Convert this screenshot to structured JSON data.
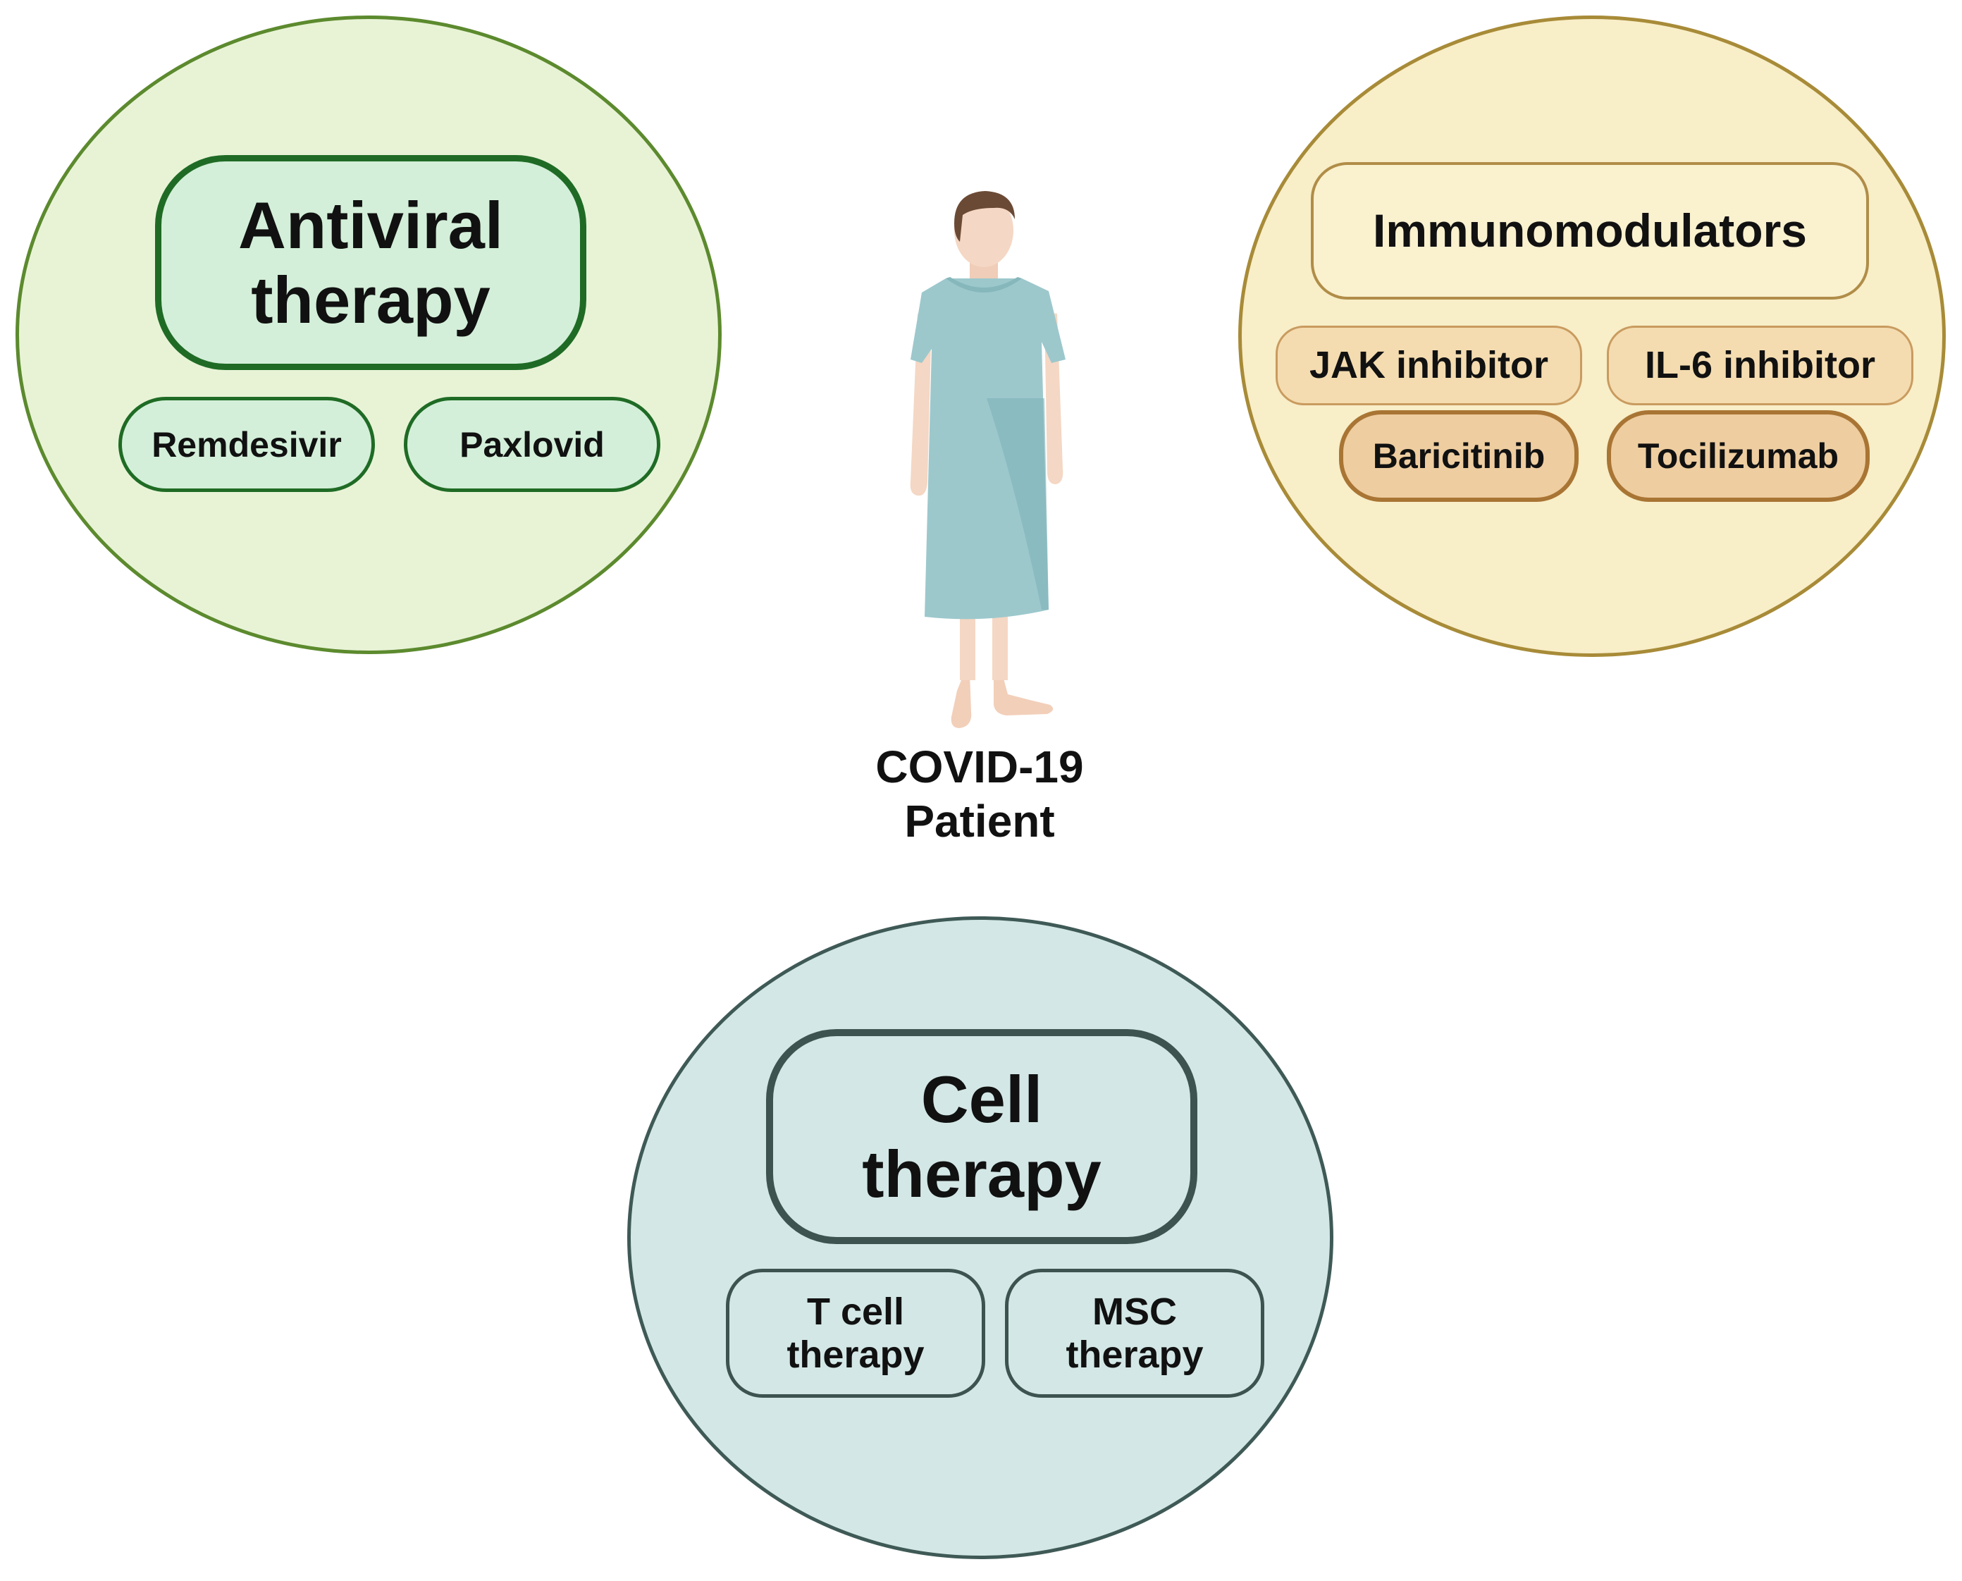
{
  "antiviral": {
    "title_line1": "Antiviral",
    "title_line2": "therapy",
    "items": [
      "Remdesivir",
      "Paxlovid"
    ],
    "colors": {
      "fill": "#e8f3d6",
      "box": "#d3efd9",
      "border": "#1f6b25"
    }
  },
  "immunomodulators": {
    "title": "Immunomodulators",
    "classes": [
      "JAK inhibitor",
      "IL-6 inhibitor"
    ],
    "drugs": [
      "Baricitinib",
      "Tocilizumab"
    ],
    "colors": {
      "fill": "#f8eec8",
      "class_box": "#f4dcb0",
      "drug_box": "#eecda0",
      "border": "#a97534"
    }
  },
  "cell": {
    "title_line1": "Cell",
    "title_line2": "therapy",
    "items": [
      {
        "line1": "T cell",
        "line2": "therapy"
      },
      {
        "line1": "MSC",
        "line2": "therapy"
      }
    ],
    "colors": {
      "fill": "#d3e8e6",
      "border": "#3d5350"
    }
  },
  "patient": {
    "line1": "COVID-19",
    "line2": "Patient",
    "icon": "patient-in-gown-icon",
    "colors": {
      "gown": "#9cc8cc",
      "skin": "#f4d7c4",
      "hair": "#6b4a35"
    }
  }
}
